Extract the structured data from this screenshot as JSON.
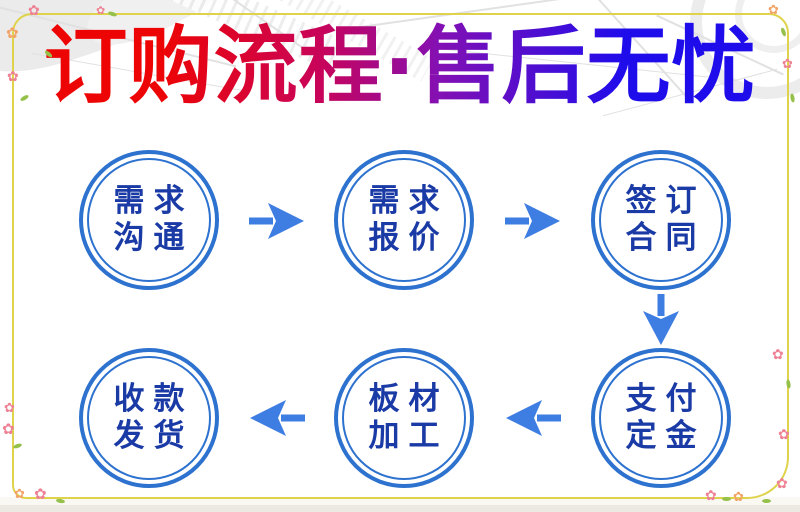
{
  "title": {
    "text": "订购流程·售后无忧"
  },
  "flow": {
    "steps": [
      {
        "order": 1,
        "label": "需求沟通",
        "line1": "需求",
        "line2": "沟通"
      },
      {
        "order": 2,
        "label": "需求报价",
        "line1": "需求",
        "line2": "报价"
      },
      {
        "order": 3,
        "label": "签订合同",
        "line1": "签订",
        "line2": "合同"
      },
      {
        "order": 4,
        "label": "支付定金",
        "line1": "支付",
        "line2": "定金"
      },
      {
        "order": 5,
        "label": "板材加工",
        "line1": "板材",
        "line2": "加工"
      },
      {
        "order": 6,
        "label": "收款发货",
        "line1": "收款",
        "line2": "发货"
      }
    ],
    "arrow_directions": [
      "right",
      "right",
      "down",
      "left",
      "left"
    ]
  },
  "decor": {
    "flower_glyph": "✿"
  },
  "colors": {
    "title-red": "#ed0404",
    "title-magenta": "#c8045a",
    "title-purple": "#8310b4",
    "title-blue": "#1f0ceb",
    "circle-border": "#2e72cf",
    "circle-text": "#1a3aa5",
    "arrow-blue": "#3e7de2",
    "frame-yellow": "#dfd34b",
    "flower-pink": "#ee8294",
    "flower-orange": "#f2a468",
    "leaf-green": "#95c04a",
    "sketch-gray": "#c9c9c9"
  }
}
